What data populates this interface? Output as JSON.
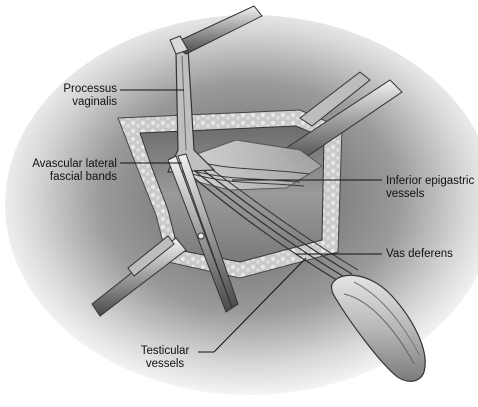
{
  "labels": {
    "processus_vaginalis": [
      "Processus",
      "vaginalis"
    ],
    "avascular_bands": [
      "Avascular lateral",
      "fascial bands"
    ],
    "inferior_epigastric": [
      "Inferior epigastric",
      "vessels"
    ],
    "vas_deferens": [
      "Vas deferens"
    ],
    "testicular_vessels": [
      "Testicular",
      "vessels"
    ]
  }
}
